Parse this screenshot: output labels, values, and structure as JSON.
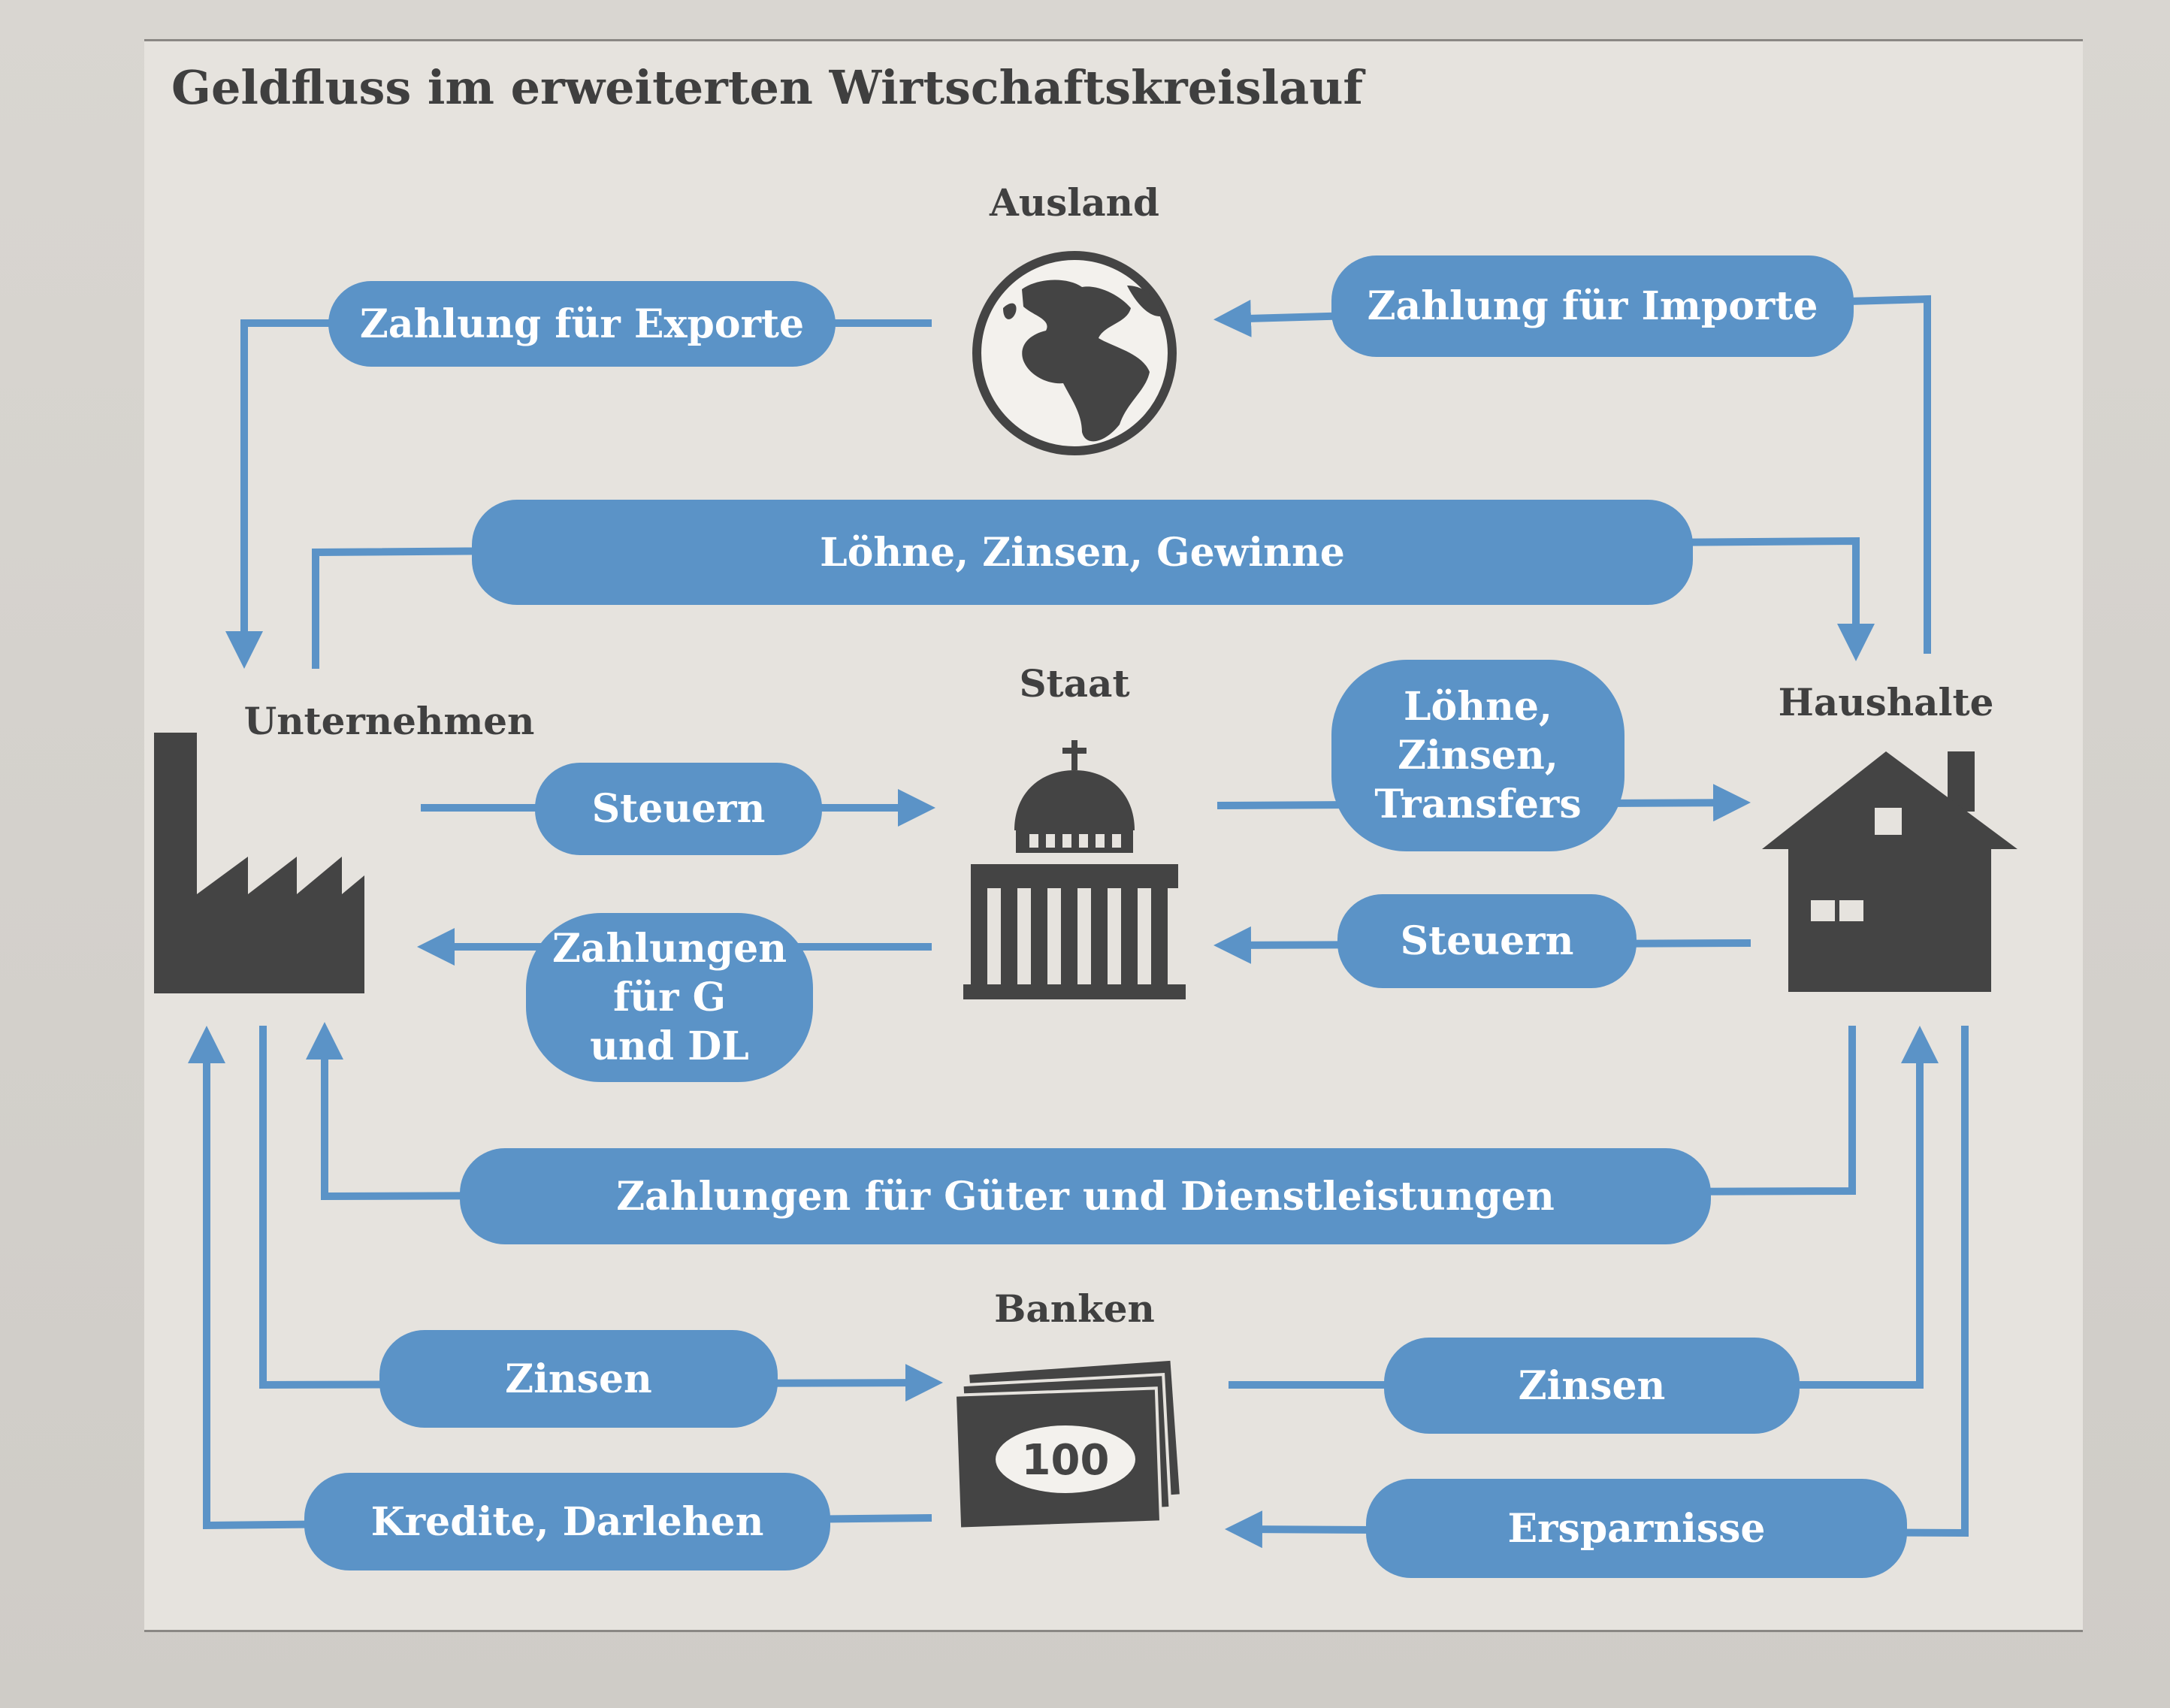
{
  "diagram": {
    "title": "Geldfluss im erweiterten Wirtschaftskreislauf",
    "nodes": {
      "ausland": "Ausland",
      "staat": "Staat",
      "unternehmen": "Unternehmen",
      "haushalte": "Haushalte",
      "banken": "Banken"
    },
    "flows": {
      "zahlung_exporte": "Zahlung für Exporte",
      "zahlung_importe": "Zahlung für Importe",
      "loehne_top": "Löhne, Zinsen, Gewinne",
      "steuern_u": "Steuern",
      "loehne_staat": "Löhne,\nZinsen,\nTransfers",
      "zahlungen_g": "Zahlungen\nfür G\nund DL",
      "steuern_h": "Steuern",
      "gueter": "Zahlungen für Güter und Dienstleistungen",
      "zinsen_u": "Zinsen",
      "zinsen_h": "Zinsen",
      "kredite": "Kredite, Darlehen",
      "ersparnisse": "Ersparnisse"
    },
    "banknote_value": "100",
    "colors": {
      "flow": "#5b93c7",
      "icon": "#444444",
      "text": "#404040"
    }
  }
}
